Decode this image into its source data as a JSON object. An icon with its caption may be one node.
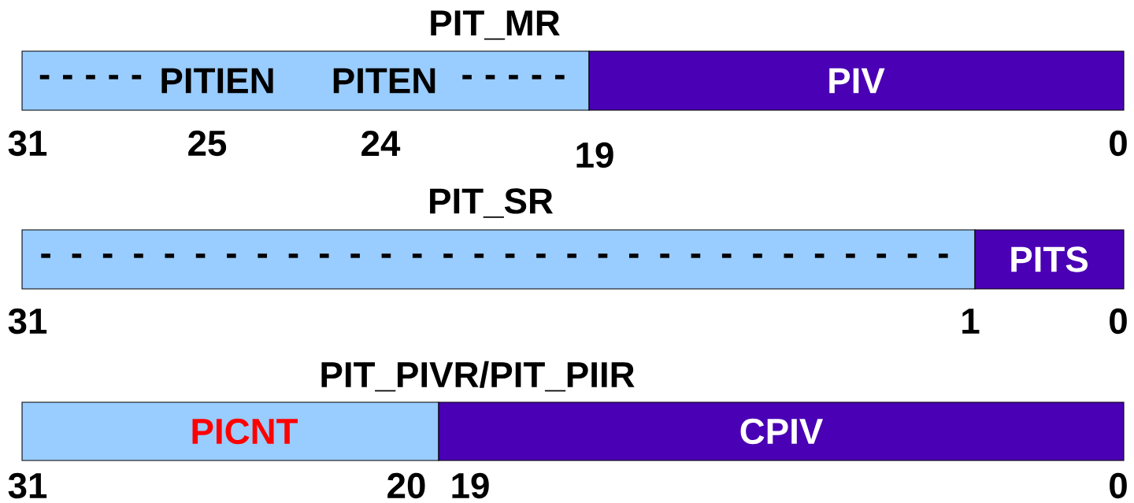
{
  "diagram": {
    "nodes": [
      {
        "text": [
          "- - - - -",
          "PITIEN",
          "PITEN",
          "- - - - -"
        ]
      },
      {
        "text": [
          "PIV"
        ]
      },
      {
        "text": [
          "- - - - - - - - - - - - - - - - - - - - - - - - - - - - - -"
        ]
      },
      {
        "text": [
          "PITS"
        ]
      },
      {
        "text": [
          "PICNT"
        ]
      },
      {
        "text": [
          "CPIV"
        ]
      }
    ],
    "labels": [
      "PIT_MR",
      "31",
      "25",
      "24",
      "19",
      "0",
      "PIT_SR",
      "31",
      "1",
      "0",
      "PIT_PIVR/PIT_PIIR",
      "31",
      "20",
      "19",
      "0"
    ]
  }
}
